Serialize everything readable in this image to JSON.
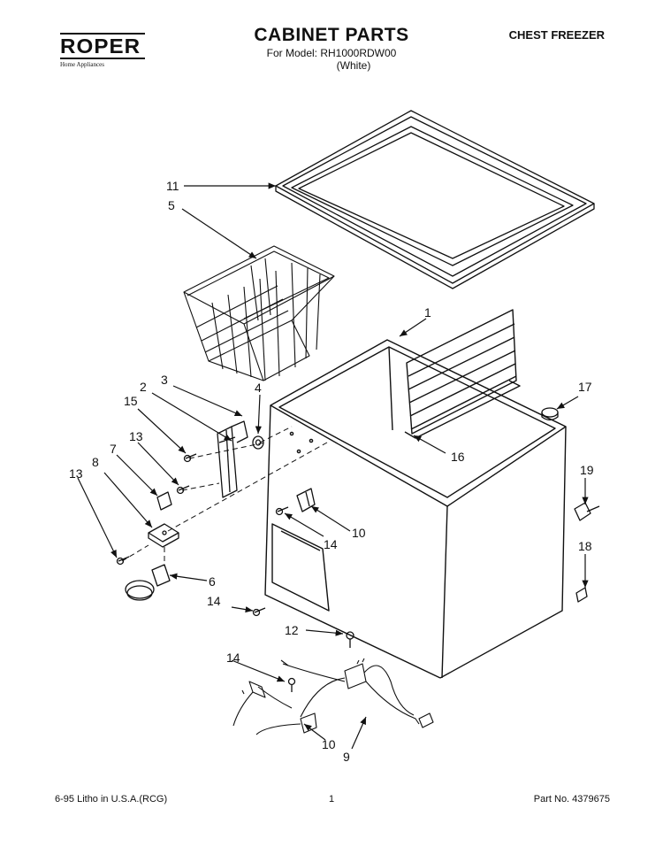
{
  "header": {
    "brand_logo": "ROPER",
    "brand_tagline": "Home Appliances",
    "title": "CABINET PARTS",
    "model_line": "For Model: RH1000RDW00",
    "color_note": "(White)",
    "category": "CHEST FREEZER"
  },
  "callouts": [
    "1",
    "2",
    "3",
    "4",
    "5",
    "6",
    "7",
    "8",
    "9",
    "10",
    "10",
    "11",
    "12",
    "13",
    "13",
    "14",
    "14",
    "14",
    "15",
    "16",
    "17",
    "18",
    "19"
  ],
  "footer": {
    "print_info": "6-95  Litho in U.S.A.(RCG)",
    "page_number": "1",
    "part_number": "Part No. 4379675"
  }
}
